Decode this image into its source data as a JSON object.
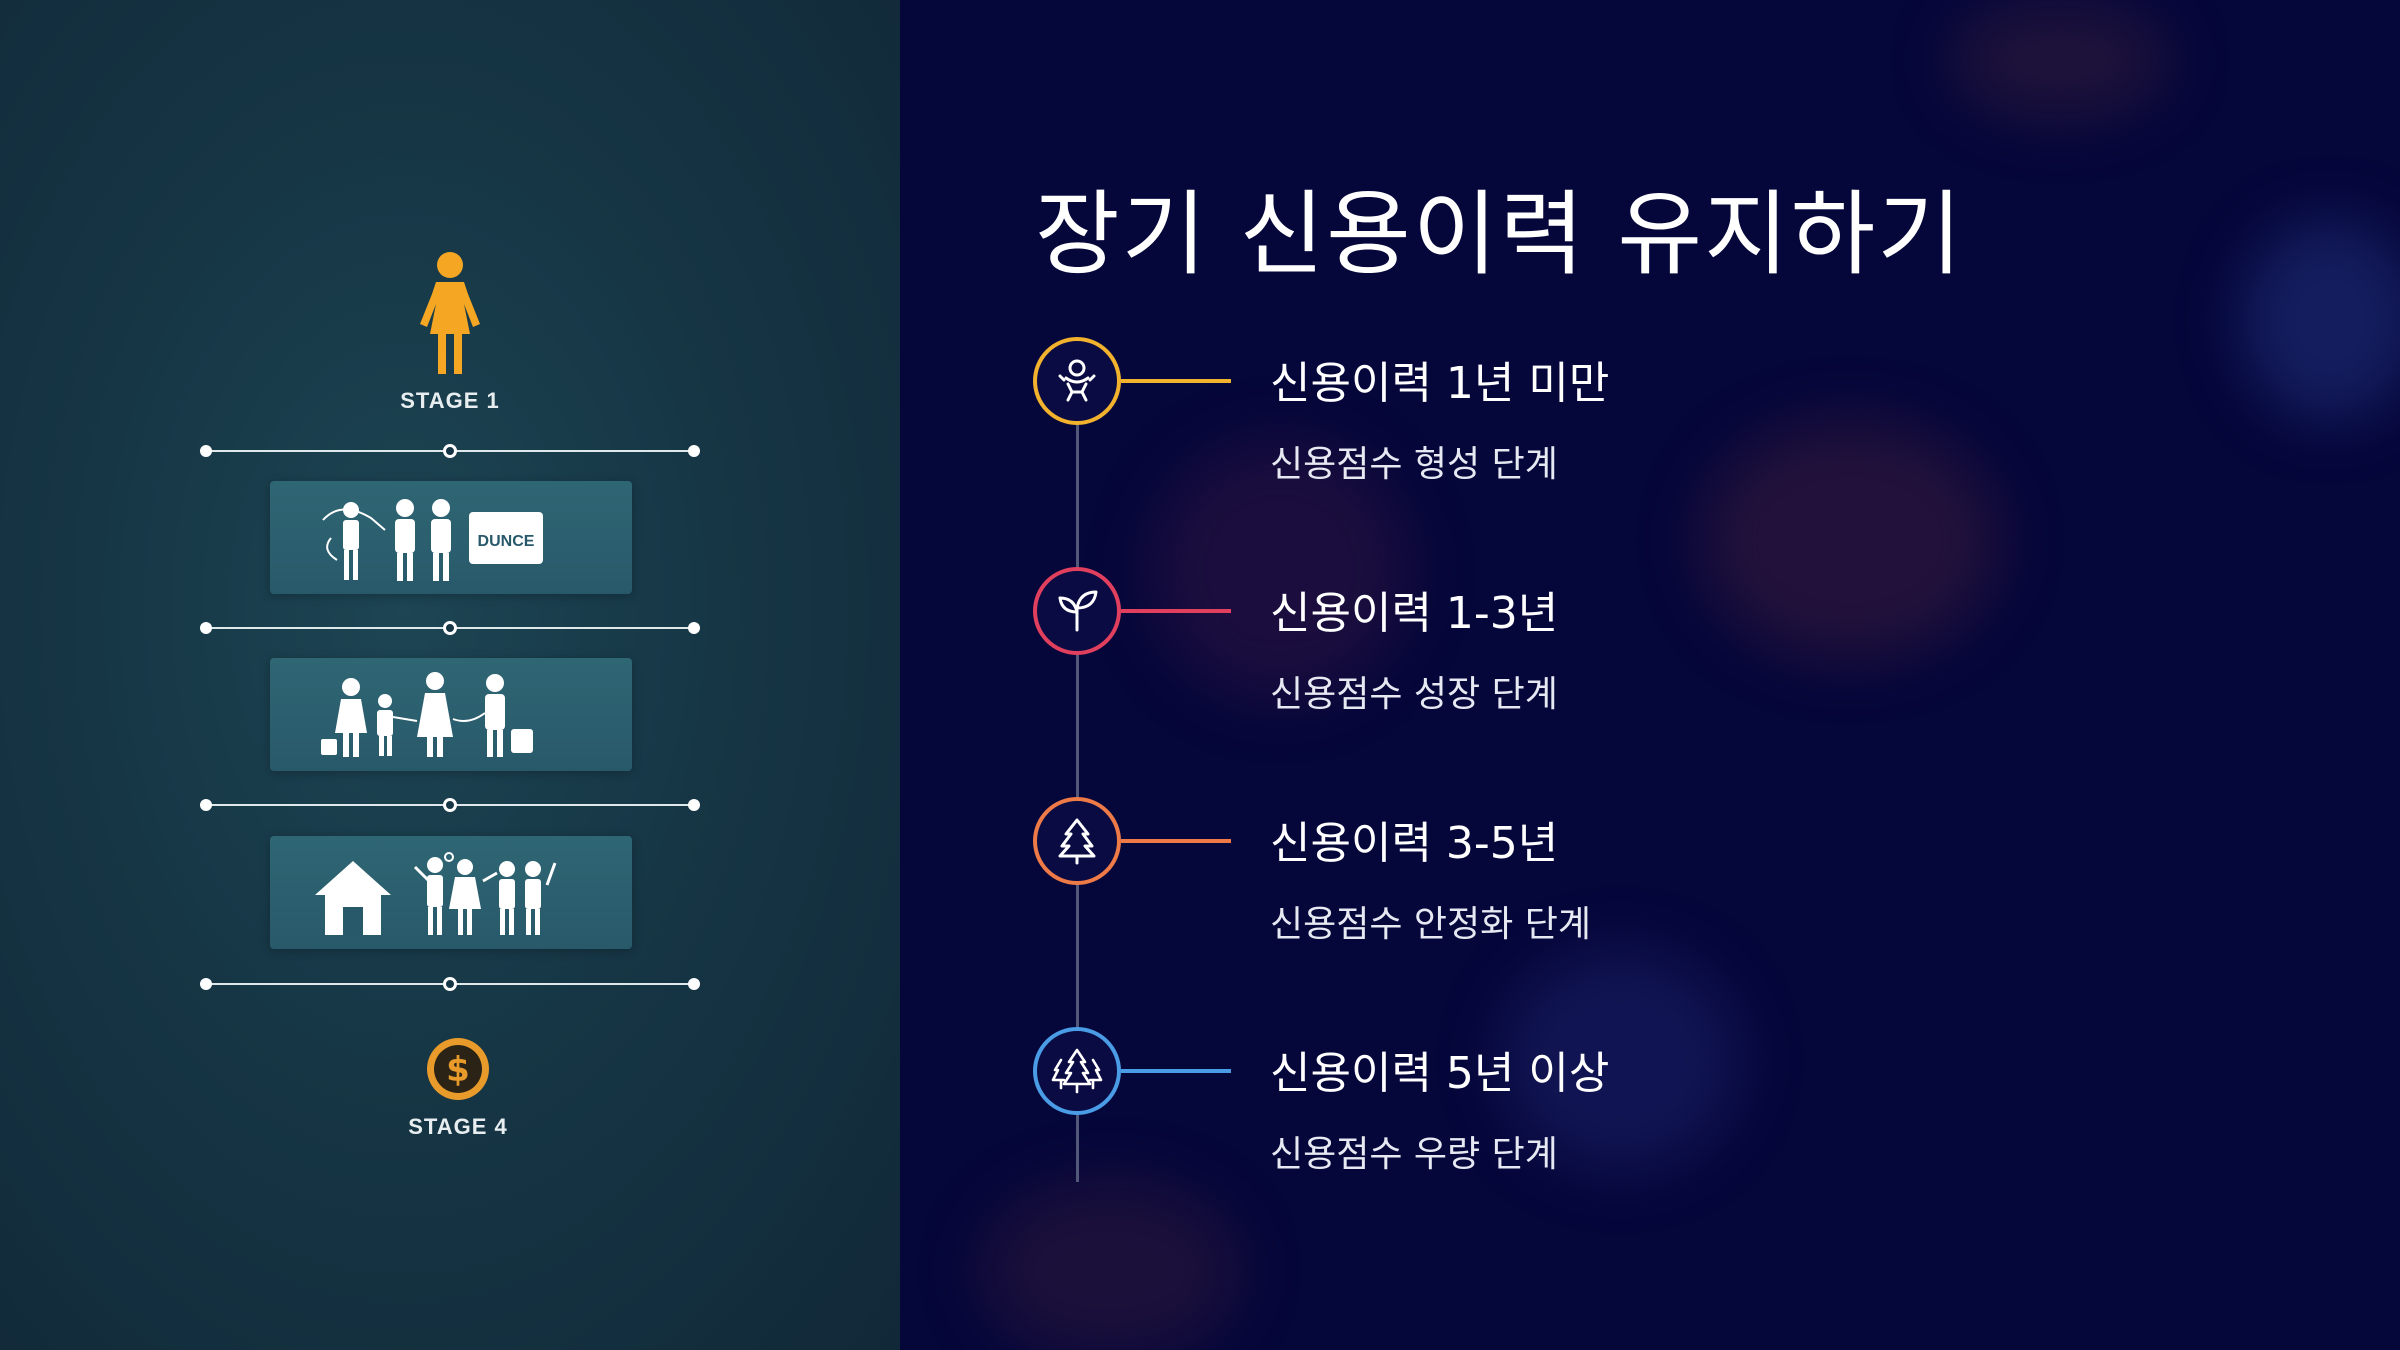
{
  "slide": {
    "title": "장기 신용이력 유지하기"
  },
  "illustration": {
    "stage_top_label": "STAGE 1",
    "stage_bottom_label": "STAGE 4",
    "card_sign_text": "DUNCE"
  },
  "timeline": [
    {
      "title": "신용이력 1년 미만",
      "subtitle": "신용점수 형성 단계",
      "icon": "baby-icon",
      "color": "#f2b22d"
    },
    {
      "title": "신용이력 1-3년",
      "subtitle": "신용점수 성장 단계",
      "icon": "sprout-icon",
      "color": "#e0405e"
    },
    {
      "title": "신용이력 3-5년",
      "subtitle": "신용점수 안정화 단계",
      "icon": "tree-icon",
      "color": "#ee7a47"
    },
    {
      "title": "신용이력 5년 이상",
      "subtitle": "신용점수 우량 단계",
      "icon": "forest-icon",
      "color": "#4a9ce6"
    }
  ],
  "colors": {
    "background": "#05063a",
    "left_panel": "#163645",
    "stage_icon": "#f5a623",
    "coin": "#e89a2a"
  }
}
